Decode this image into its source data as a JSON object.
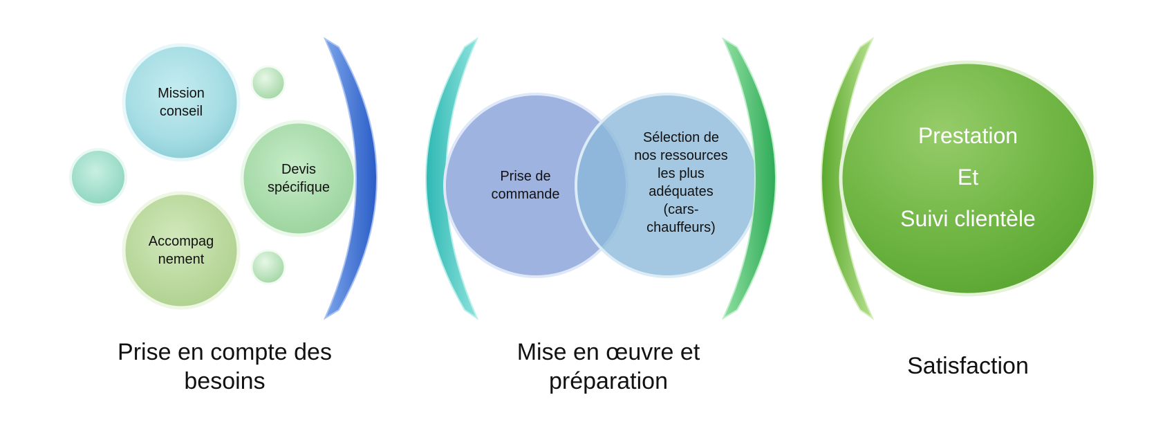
{
  "colors": {
    "teal": "#9fd8e0",
    "mint": "#9fdcc8",
    "green_light": "#a8d8a8",
    "olive_light": "#b8d69c",
    "blue_bracket": "#3f6fd0",
    "cyan_bracket": "#3ec6c0",
    "green_bracket": "#3fbf6a",
    "lime_bracket": "#6fba3a",
    "venn_blue": "#8ea6dc",
    "venn_steel": "#8ab8d8",
    "venn_overlap": "#6f9fcf",
    "satisfaction_green": "#6cb640"
  },
  "group1": {
    "bubble_mission": [
      "Mission",
      "conseil"
    ],
    "bubble_devis": [
      "Devis",
      "spécifique"
    ],
    "bubble_accomp": [
      "Accompag",
      "nement"
    ],
    "caption": [
      "Prise en compte des",
      "besoins"
    ]
  },
  "group2": {
    "circle_left": [
      "Prise de",
      "commande"
    ],
    "circle_right": [
      "Sélection de",
      "nos ressources",
      "les plus",
      "adéquates",
      "(cars-",
      "chauffeurs)"
    ],
    "caption": [
      "Mise en œuvre et",
      "préparation"
    ]
  },
  "group3": {
    "ellipse": [
      "Prestation",
      "Et",
      "Suivi clientèle"
    ],
    "caption": [
      "Satisfaction"
    ]
  }
}
